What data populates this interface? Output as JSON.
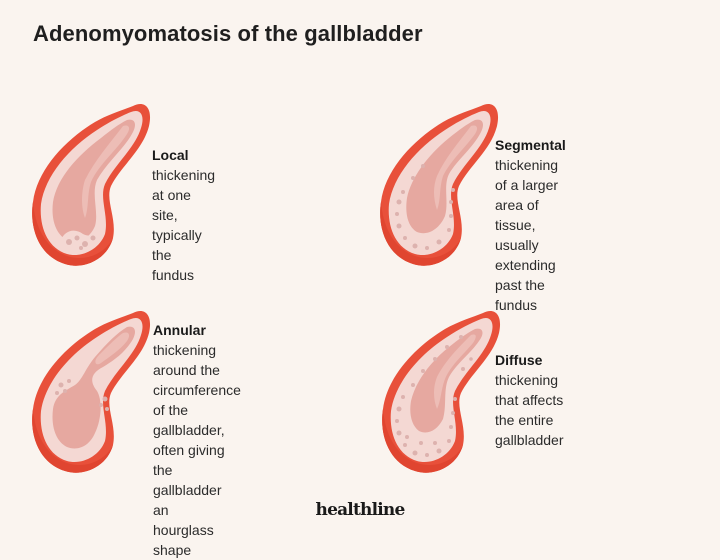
{
  "title": "Adenomyomatosis of the gallbladder",
  "colors": {
    "background": "#FAF4EF",
    "outline": "#E8503A",
    "wall": "#F4D8D3",
    "lumen": "#E6A8A0",
    "lumen_light": "#EDBDB6",
    "cyst": "#DDB2AE"
  },
  "types": [
    {
      "name": "Local",
      "description": "thickening at one site,\ntypically the fundus",
      "illustration": "gallbladder-local-icon"
    },
    {
      "name": "Segmental",
      "description": "thickening of a larger\narea of tissue, usually\nextending past the fundus",
      "illustration": "gallbladder-segmental-icon"
    },
    {
      "name": "Annular",
      "description": "thickening around the\ncircumference of the\ngallbladder, often giving\nthe gallbladder an\nhourglass shape",
      "illustration": "gallbladder-annular-icon"
    },
    {
      "name": "Diffuse",
      "description": "thickening that affects\nthe entire gallbladder",
      "illustration": "gallbladder-diffuse-icon"
    }
  ],
  "brand": "healthline"
}
